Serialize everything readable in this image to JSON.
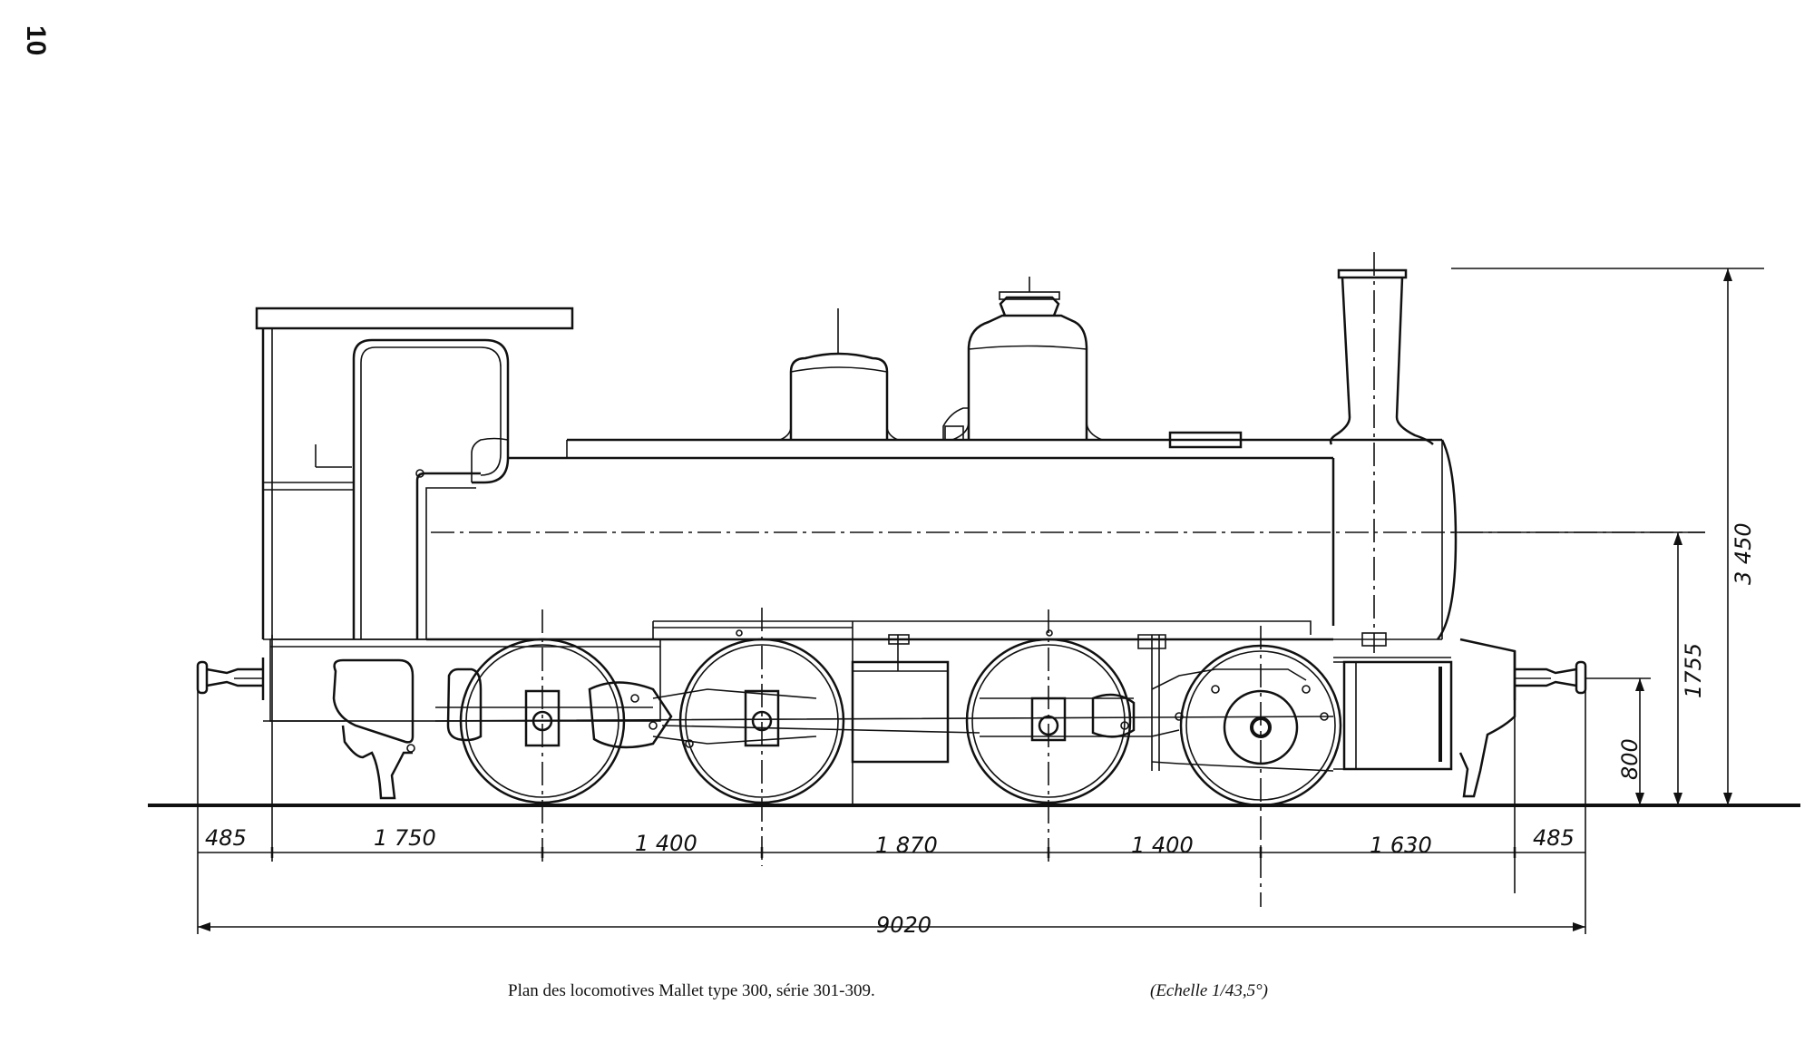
{
  "page": {
    "number": "10"
  },
  "drawing": {
    "subject": "locomotive-side-elevation",
    "dimensions": {
      "lengths": [
        "485",
        "1 750",
        "1 400",
        "1 870",
        "1 400",
        "1 630",
        "485"
      ],
      "total_length": "9020",
      "height_total": "3 450",
      "height_boiler_axis": "1755",
      "height_buffers": "800"
    }
  },
  "caption": {
    "title": "Plan des locomotives Mallet type 300, série 301-309.",
    "scale": "(Echelle 1/43,5°)"
  }
}
